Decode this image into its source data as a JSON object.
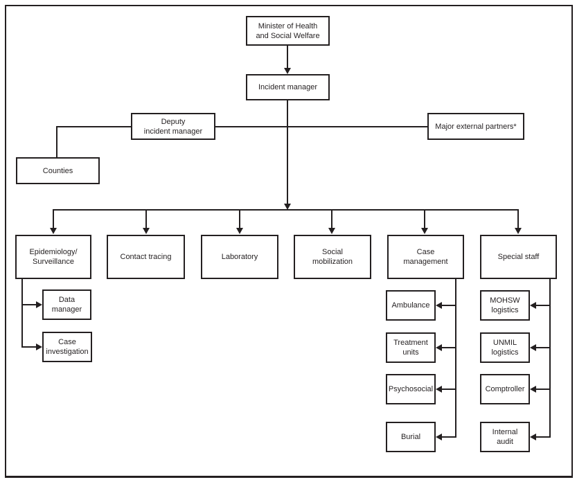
{
  "diagram": {
    "type": "org-chart",
    "ink_color": "#231f20",
    "background_color": "#ffffff",
    "nodes": {
      "minister": {
        "label": "Minister of Health\nand Social Welfare"
      },
      "incident_manager": {
        "label": "Incident manager"
      },
      "deputy_incident_manager": {
        "label": "Deputy\nincident manager"
      },
      "major_external_partners": {
        "label": "Major external partners*"
      },
      "counties": {
        "label": "Counties"
      },
      "epidemiology_surveillance": {
        "label": "Epidemiology/\nSurveillance"
      },
      "contact_tracing": {
        "label": "Contact tracing"
      },
      "laboratory": {
        "label": "Laboratory"
      },
      "social_mobilization": {
        "label": "Social\nmobilization"
      },
      "case_management": {
        "label": "Case\nmanagement"
      },
      "special_staff": {
        "label": "Special staff"
      },
      "data_manager": {
        "label": "Data\nmanager"
      },
      "case_investigation": {
        "label": "Case\ninvestigation"
      },
      "ambulance": {
        "label": "Ambulance"
      },
      "treatment_units": {
        "label": "Treatment\nunits"
      },
      "psychosocial": {
        "label": "Psychosocial"
      },
      "burial": {
        "label": "Burial"
      },
      "mohsw_logistics": {
        "label": "MOHSW\nlogistics"
      },
      "unmil_logistics": {
        "label": "UNMIL\nlogistics"
      },
      "comptroller": {
        "label": "Comptroller"
      },
      "internal_audit": {
        "label": "Internal\naudit"
      }
    },
    "edges": [
      {
        "from": "minister",
        "to": "incident_manager",
        "arrow": true
      },
      {
        "from": "incident_manager",
        "to": "deputy_incident_manager",
        "arrow": false
      },
      {
        "from": "incident_manager",
        "to": "major_external_partners",
        "arrow": false
      },
      {
        "from": "deputy_incident_manager",
        "to": "counties",
        "arrow": false
      },
      {
        "from": "incident_manager",
        "to": "epidemiology_surveillance",
        "arrow": true
      },
      {
        "from": "incident_manager",
        "to": "contact_tracing",
        "arrow": true
      },
      {
        "from": "incident_manager",
        "to": "laboratory",
        "arrow": true
      },
      {
        "from": "incident_manager",
        "to": "social_mobilization",
        "arrow": true
      },
      {
        "from": "incident_manager",
        "to": "case_management",
        "arrow": true
      },
      {
        "from": "incident_manager",
        "to": "special_staff",
        "arrow": true
      },
      {
        "from": "epidemiology_surveillance",
        "to": "data_manager",
        "arrow": true
      },
      {
        "from": "epidemiology_surveillance",
        "to": "case_investigation",
        "arrow": true
      },
      {
        "from": "case_management",
        "to": "ambulance",
        "arrow": true
      },
      {
        "from": "case_management",
        "to": "treatment_units",
        "arrow": true
      },
      {
        "from": "case_management",
        "to": "psychosocial",
        "arrow": true
      },
      {
        "from": "case_management",
        "to": "burial",
        "arrow": true
      },
      {
        "from": "special_staff",
        "to": "mohsw_logistics",
        "arrow": true
      },
      {
        "from": "special_staff",
        "to": "unmil_logistics",
        "arrow": true
      },
      {
        "from": "special_staff",
        "to": "comptroller",
        "arrow": true
      },
      {
        "from": "special_staff",
        "to": "internal_audit",
        "arrow": true
      }
    ]
  }
}
